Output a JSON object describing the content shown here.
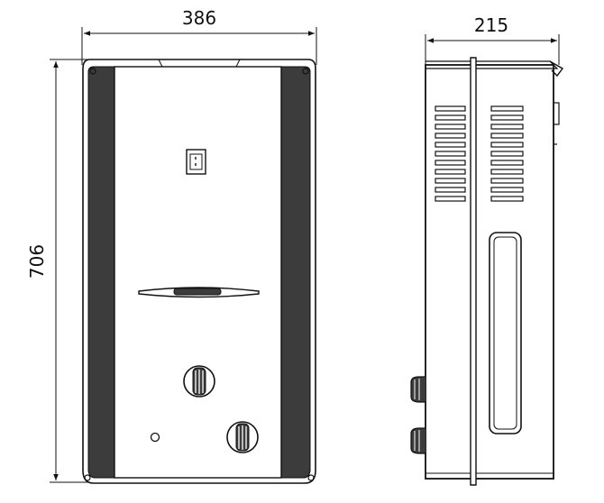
{
  "dimensions": {
    "width": "386",
    "height": "706",
    "depth": "215"
  },
  "colors": {
    "line": "#111111",
    "panel": "#3c3c3c",
    "background": "#ffffff"
  }
}
